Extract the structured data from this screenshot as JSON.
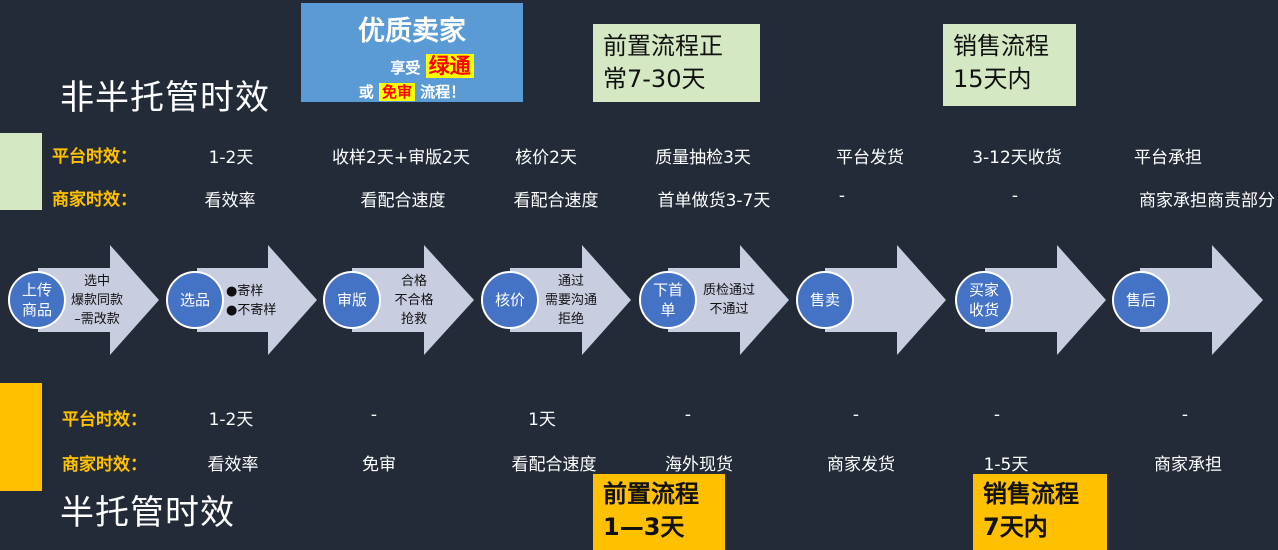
{
  "promo": {
    "line1": "优质卖家",
    "line2_prefix": "享受",
    "line2_highlight": "绿通",
    "line3_prefix": "或",
    "line3_highlight": "免审",
    "line3_suffix": "流程！"
  },
  "titles": {
    "top": "非半托管时效",
    "bottom": "半托管时效"
  },
  "notes": {
    "top_pre_line1": "前置流程正",
    "top_pre_line2": "常7-30天",
    "top_sale_line1": "销售流程",
    "top_sale_line2": "15天内",
    "bottom_pre_line1": "前置流程",
    "bottom_pre_line2": "1—3天",
    "bottom_sale_line1": "销售流程",
    "bottom_sale_line2": "7天内"
  },
  "top_table": {
    "platform_label": "平台时效：",
    "merchant_label": "商家时效：",
    "platform": [
      "1-2天",
      "收样2天+审版2天",
      "核价2天",
      "质量抽检3天",
      "平台发货",
      "3-12天收货",
      "平台承担"
    ],
    "merchant": [
      "看效率",
      "看配合速度",
      "看配合速度",
      "首单做货3-7天",
      "-",
      "-",
      "商家承担商责部分"
    ]
  },
  "bottom_table": {
    "platform_label": "平台时效：",
    "merchant_label": "商家时效：",
    "platform": [
      "1-2天",
      "-",
      "1天",
      "-",
      "-",
      "-",
      "-"
    ],
    "merchant": [
      "看效率",
      "免审",
      "看配合速度",
      "海外现货",
      "商家发货",
      "1-5天",
      "商家承担"
    ]
  },
  "steps": [
    {
      "label": [
        "上传",
        "商品"
      ],
      "notes": [
        "选中",
        "爆款同款",
        "–需改款"
      ]
    },
    {
      "label": [
        "选品"
      ],
      "notes": [
        "●寄样",
        "●不寄样"
      ]
    },
    {
      "label": [
        "审版"
      ],
      "notes": [
        "合格",
        "不合格",
        "抢救"
      ]
    },
    {
      "label": [
        "核价"
      ],
      "notes": [
        "通过",
        "需要沟通",
        "拒绝"
      ]
    },
    {
      "label": [
        "下首",
        "单"
      ],
      "notes": [
        "质检通过",
        "不通过"
      ]
    },
    {
      "label": [
        "售卖"
      ],
      "notes": []
    },
    {
      "label": [
        "买家",
        "收货"
      ],
      "notes": []
    },
    {
      "label": [
        "售后"
      ],
      "notes": []
    }
  ],
  "colors": {
    "background": "#232b38",
    "accent_gold": "#ffc000",
    "accent_green": "#d5e8c4",
    "circle_blue": "#4472c4",
    "arrow": "#c9cde0",
    "promo_blue": "#5b9bd5"
  }
}
